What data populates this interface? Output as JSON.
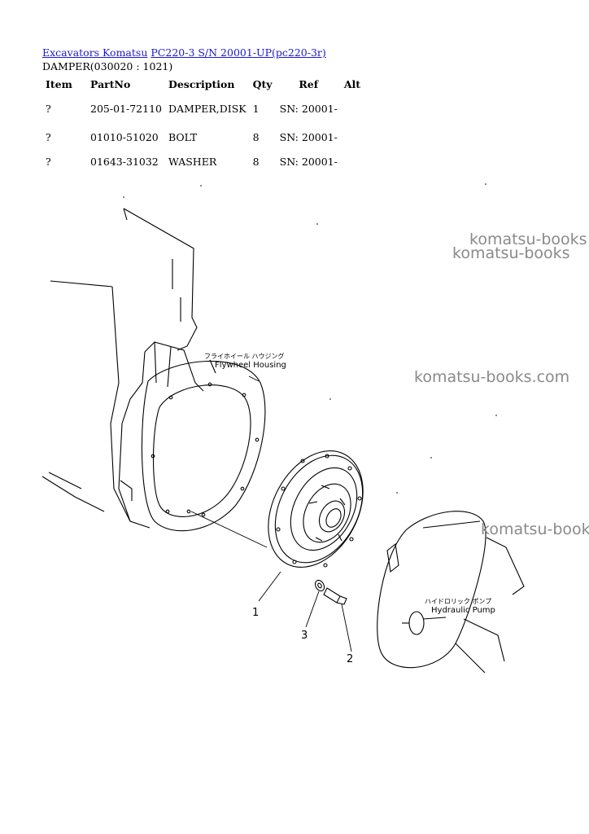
{
  "breadcrumb": {
    "link1": "Excavators Komatsu",
    "link2": "PC220-3 S/N 20001-UP(pc220-3r)"
  },
  "subtitle": "DAMPER(030020 : 1021)",
  "table": {
    "headers": [
      "Item",
      "PartNo",
      "Description",
      "Qty",
      "Ref",
      "Alt"
    ],
    "rows": [
      [
        "?",
        "205-01-72110",
        "DAMPER,DISK",
        "1",
        "SN: 20001-",
        ""
      ],
      [
        "?",
        "01010-51020",
        "BOLT",
        "8",
        "SN: 20001-",
        ""
      ],
      [
        "?",
        "01643-31032",
        "WASHER",
        "8",
        "SN: 20001-",
        ""
      ]
    ]
  },
  "watermarks": [
    "komatsu-books",
    "komatsu-books",
    "komatsu-books.com",
    "komatsu-books"
  ],
  "diagram": {
    "flywheel_jp": "フライホイール ハウジング",
    "flywheel_en": "Flywheel Housing",
    "pump_jp": "ハイドロリック ポンプ",
    "pump_en": "Hydraulic Pump",
    "callouts": [
      "1",
      "2",
      "3"
    ]
  }
}
